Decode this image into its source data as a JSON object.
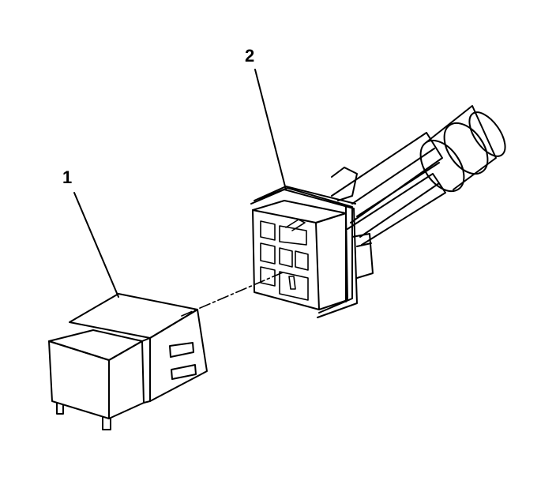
{
  "callouts": [
    {
      "number": "1",
      "part": "relay"
    },
    {
      "number": "2",
      "part": "relay-connector"
    }
  ],
  "colors": {
    "line": "#000000",
    "background": "#ffffff"
  }
}
